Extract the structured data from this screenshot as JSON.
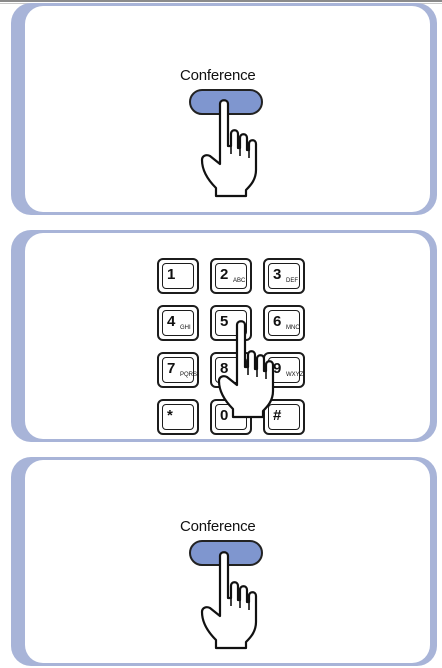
{
  "steps": [
    {
      "button_label": "Conference"
    },
    {
      "keypad": [
        {
          "digit": "1",
          "letters": ""
        },
        {
          "digit": "2",
          "letters": "ABC"
        },
        {
          "digit": "3",
          "letters": "DEF"
        },
        {
          "digit": "4",
          "letters": "GHI"
        },
        {
          "digit": "5",
          "letters": ""
        },
        {
          "digit": "6",
          "letters": "MNO"
        },
        {
          "digit": "7",
          "letters": "PQRS"
        },
        {
          "digit": "8",
          "letters": ""
        },
        {
          "digit": "9",
          "letters": "WXYZ"
        },
        {
          "digit": "*",
          "letters": ""
        },
        {
          "digit": "0",
          "letters": ""
        },
        {
          "digit": "#",
          "letters": ""
        }
      ]
    },
    {
      "button_label": "Conference"
    }
  ],
  "colors": {
    "panel_border": "#a8b4d8",
    "button_fill": "#7f96cf"
  },
  "icons": [
    "pointing-hand-icon"
  ]
}
